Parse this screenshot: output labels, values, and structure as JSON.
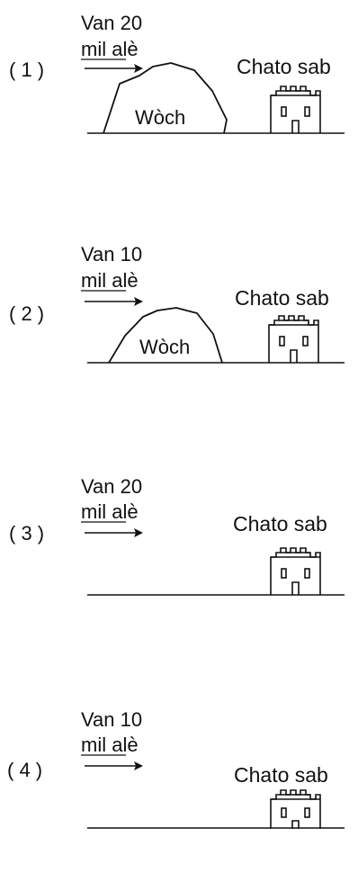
{
  "panels": [
    {
      "number": "( 1 )",
      "wind_line1": "Van 20",
      "wind_line2": "mil alè",
      "rock_label": "Wòch",
      "castle_label": "Chato sab",
      "has_rock": true
    },
    {
      "number": "( 2 )",
      "wind_line1": "Van 10",
      "wind_line2": "mil alè",
      "rock_label": "Wòch",
      "castle_label": "Chato sab",
      "has_rock": true
    },
    {
      "number": "( 3 )",
      "wind_line1": "Van 20",
      "wind_line2": "mil alè",
      "castle_label": "Chato sab",
      "has_rock": false
    },
    {
      "number": "( 4 )",
      "wind_line1": "Van 10",
      "wind_line2": "mil alè",
      "castle_label": "Chato sab",
      "has_rock": false
    }
  ],
  "icons": {
    "wind_arrow": "right-arrow-icon",
    "castle": "sand-castle-icon",
    "rock": "rock-icon"
  }
}
